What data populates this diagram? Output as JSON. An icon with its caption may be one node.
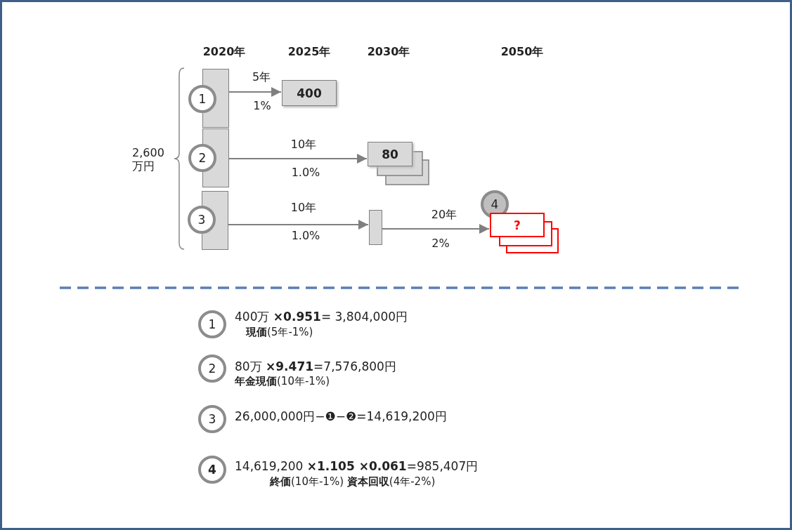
{
  "diagram": {
    "nodes": [
      {
        "text": [],
        "shape": "bar"
      },
      {
        "text": [
          "1"
        ]
      },
      {
        "text": [],
        "shape": "bar"
      },
      {
        "text": [
          "2"
        ]
      },
      {
        "text": [],
        "shape": "bar"
      },
      {
        "text": [
          "3"
        ]
      },
      {
        "text": [
          "400"
        ]
      },
      {
        "text": [
          "80"
        ]
      },
      {
        "text": [],
        "shape": "bar"
      },
      {
        "text": [
          "4"
        ]
      },
      {
        "text": [
          "?"
        ]
      },
      {
        "text": [
          "1"
        ],
        "beside": [
          "400万 **×0.951**= 3,804,000円",
          "**現価**(5年-1%)"
        ]
      },
      {
        "text": [
          "2"
        ],
        "beside": [
          "80万 **×9.471**=7,576,800円",
          "**年金現価**(10年-1%)"
        ]
      },
      {
        "text": [
          "3"
        ],
        "beside": [
          "26,000,000円−❶−❷=14,619,200円"
        ]
      },
      {
        "text": [
          "4"
        ],
        "beside": [
          "14,619,200 **×1.105 ×0.061**=985,407円",
          "**終価**(10年-1%) **資本回収**(4年-2%)"
        ]
      }
    ],
    "edges": [
      {
        "from": 0,
        "to": 6,
        "arrow": "to",
        "label": "5年"
      },
      {
        "from": 2,
        "to": 7,
        "arrow": "to",
        "label": "10年"
      },
      {
        "from": 4,
        "to": 8,
        "arrow": "to",
        "label": "10年"
      },
      {
        "from": 8,
        "to": 10,
        "arrow": "to",
        "label": "20年"
      }
    ],
    "labels": [
      "2020年",
      "2025年",
      "2030年",
      "2050年",
      "2,600 万円",
      "1%",
      "1.0%",
      "1.0%",
      "2%"
    ]
  }
}
